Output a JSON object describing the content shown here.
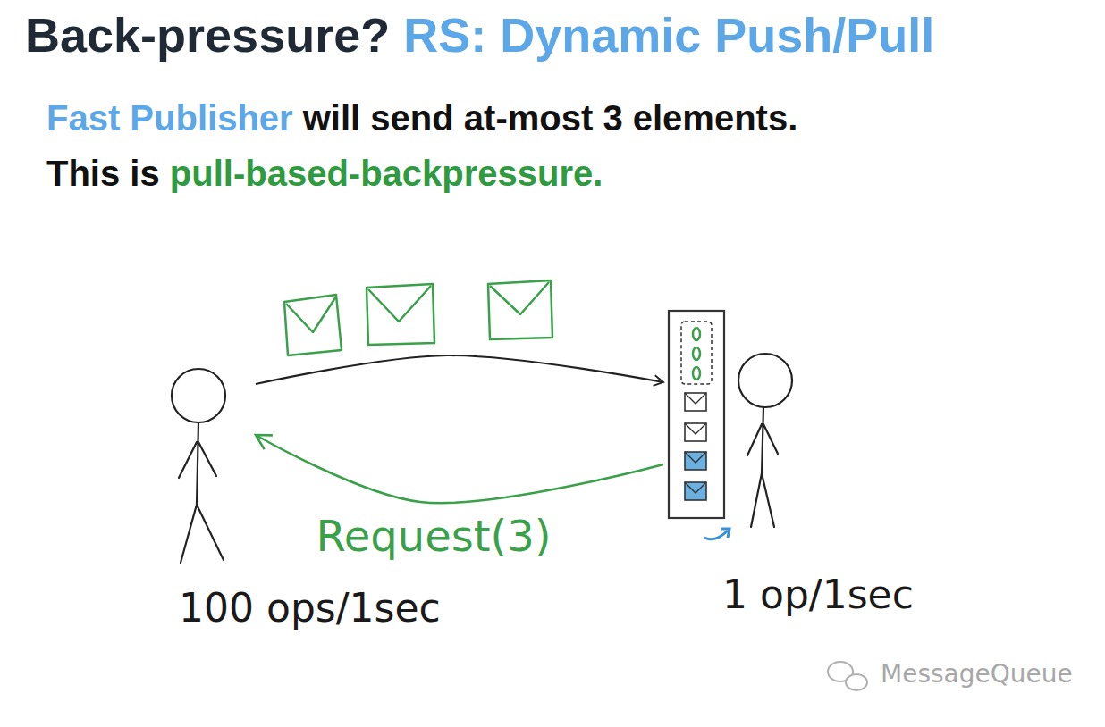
{
  "diagram": {
    "title": "Back-pressure? RS: Dynamic Push/Pull",
    "nodes": [
      {
        "text": [
          "100 ops/1sec"
        ]
      },
      {
        "text": [
          "1 op/1sec"
        ]
      }
    ],
    "edges": [
      {
        "from": 0,
        "to": 1,
        "arrow": "to"
      },
      {
        "from": 1,
        "to": 0,
        "label": "Request(3)",
        "arrow": "to"
      }
    ],
    "labels": [
      "Fast Publisher will send at-most 3 elements.",
      "This is pull-based-backpressure.",
      "MessageQueue"
    ]
  }
}
